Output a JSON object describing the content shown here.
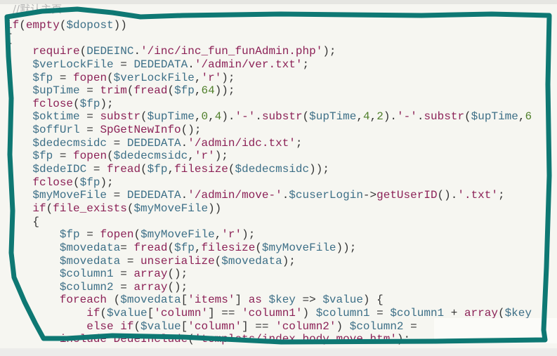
{
  "comment": "//默认主页",
  "code_lines": [
    "if(empty($dopost))",
    "{",
    "    require(DEDEINC.'/inc/inc_fun_funAdmin.php');",
    "    $verLockFile = DEDEDATA.'/admin/ver.txt';",
    "    $fp = fopen($verLockFile,'r');",
    "    $upTime = trim(fread($fp,64));",
    "    fclose($fp);",
    "    $oktime = substr($upTime,0,4).'-'.substr($upTime,4,2).'-'.substr($upTime,6",
    "    $offUrl = SpGetNewInfo();",
    "    $dedecmsidc = DEDEDATA.'/admin/idc.txt';",
    "    $fp = fopen($dedecmsidc,'r');",
    "    $dedeIDC = fread($fp,filesize($dedecmsidc));",
    "    fclose($fp);",
    "    $myMoveFile = DEDEDATA.'/admin/move-'.$cuserLogin->getUserID().'.txt';",
    "    if(file_exists($myMoveFile))",
    "    {",
    "        $fp = fopen($myMoveFile,'r');",
    "        $movedata= fread($fp,filesize($myMoveFile));",
    "        $movedata = unserialize($movedata);",
    "        $column1 = array();",
    "        $column2 = array();",
    "        foreach ($movedata['items'] as $key => $value) {",
    "            if($value['column'] == 'column1') $column1 = $column1 + array($key",
    "            else if($value['column'] == 'column2') $column2 = ",
    "        include DedeInclude('templets/index_body_move.htm');"
  ],
  "colors": {
    "outline": "#0e7873",
    "keyword": "#8c2257",
    "variable": "#3d6f87",
    "number": "#4f7f2a"
  }
}
